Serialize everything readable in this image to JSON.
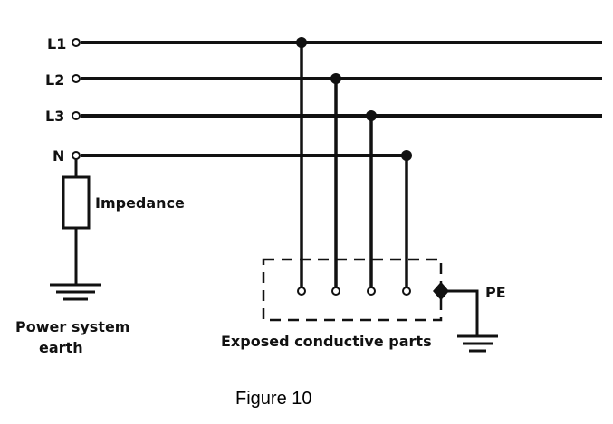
{
  "diagram": {
    "line_labels": {
      "l1": "L1",
      "l2": "L2",
      "l3": "L3",
      "n": "N"
    },
    "impedance_label": "Impedance",
    "earth_label_line1": "Power system",
    "earth_label_line2": "earth",
    "exposed_parts_label": "Exposed conductive parts",
    "pe_label": "PE",
    "caption": "Figure 10",
    "colors": {
      "ink": "#111111",
      "background": "#ffffff"
    }
  }
}
